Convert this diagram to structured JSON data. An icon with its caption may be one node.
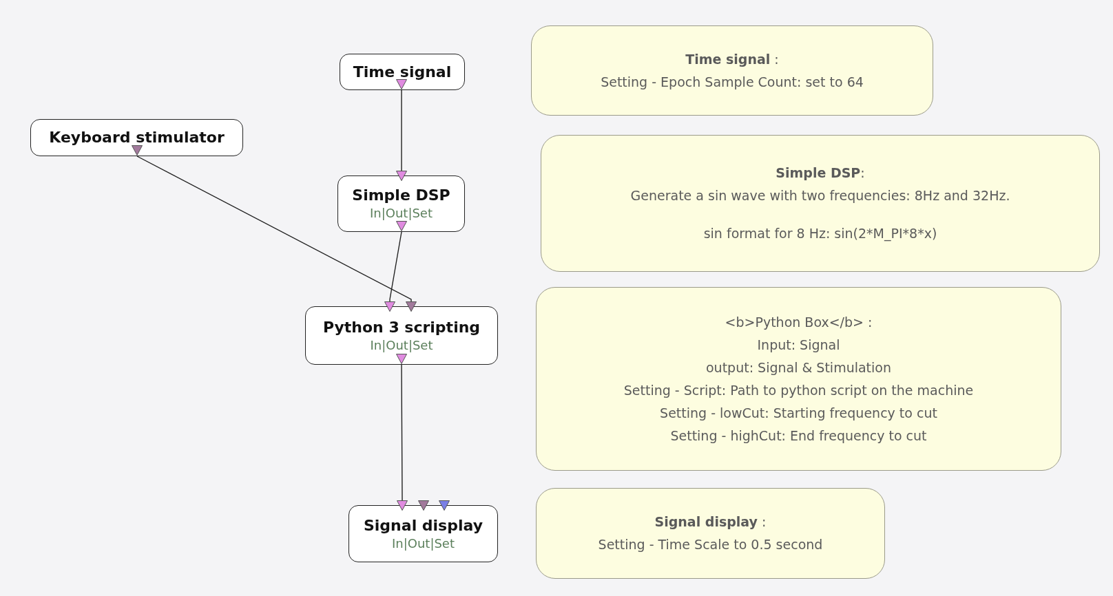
{
  "diagram": {
    "nodes": [
      {
        "text": [
          "Time signal"
        ]
      },
      {
        "text": [
          "Keyboard stimulator"
        ]
      },
      {
        "text": [
          "Simple DSP",
          "In|Out|Set"
        ]
      },
      {
        "text": [
          "Python 3 scripting",
          "In|Out|Set"
        ]
      },
      {
        "text": [
          "Signal display",
          "In|Out|Set"
        ]
      },
      {
        "text": [
          "**Time signal** :",
          "Setting - Epoch Sample Count: set to 64"
        ]
      },
      {
        "text": [
          "**Simple DSP**:",
          "Generate a sin wave with two frequencies: 8Hz and 32Hz.",
          "sin format for 8 Hz: sin(2*M_PI*8*x)"
        ]
      },
      {
        "text": [
          "<b>Python Box</b> :",
          "Input: Signal",
          "output: Signal & Stimulation",
          "Setting - Script: Path to python script on the machine",
          "Setting - lowCut: Starting frequency to cut",
          "Setting - highCut: End frequency to cut"
        ]
      },
      {
        "text": [
          "**Signal display** :",
          "Setting - Time Scale to 0.5 second"
        ]
      }
    ],
    "edges": [
      {
        "from": 0,
        "to": 2,
        "arrow": "to"
      },
      {
        "from": 2,
        "to": 3,
        "arrow": "to"
      },
      {
        "from": 1,
        "to": 3,
        "arrow": "to"
      },
      {
        "from": 3,
        "to": 4,
        "arrow": "to"
      }
    ]
  }
}
